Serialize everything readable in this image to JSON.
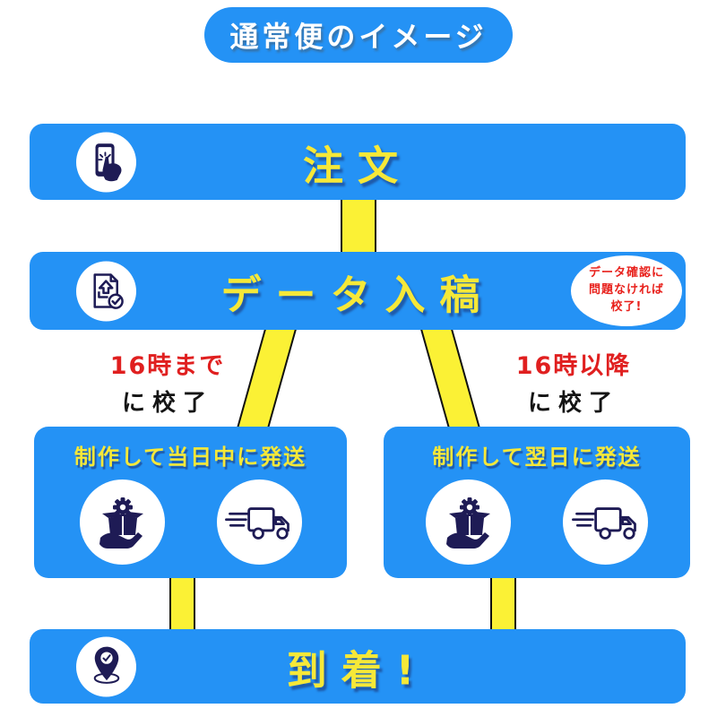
{
  "title": "通常便のイメージ",
  "steps": {
    "order": {
      "label": "注文",
      "icon": "smartphone-tap-icon"
    },
    "data_submission": {
      "label": "データ入稿",
      "icon": "document-upload-icon",
      "badge_lines": [
        "データ確認に",
        "問題なければ",
        "校了!"
      ]
    },
    "arrival": {
      "label": "到着!",
      "icon": "location-pin-icon"
    }
  },
  "branches": {
    "left": {
      "deadline": "16時まで",
      "deadline_suffix": "に校了",
      "box_label": "制作して当日中に発送",
      "icons": [
        "production-icon",
        "delivery-truck-icon"
      ]
    },
    "right": {
      "deadline": "16時以降",
      "deadline_suffix": "に校了",
      "box_label": "制作して翌日に発送",
      "icons": [
        "production-icon",
        "delivery-truck-icon"
      ]
    }
  },
  "colors": {
    "bar_blue": "#2492f5",
    "connector_yellow": "#fbf135",
    "text_yellow": "#f6e838",
    "icon_navy": "#1e1b55",
    "accent_red": "#e01f1f",
    "badge_red": "#e8211c"
  }
}
